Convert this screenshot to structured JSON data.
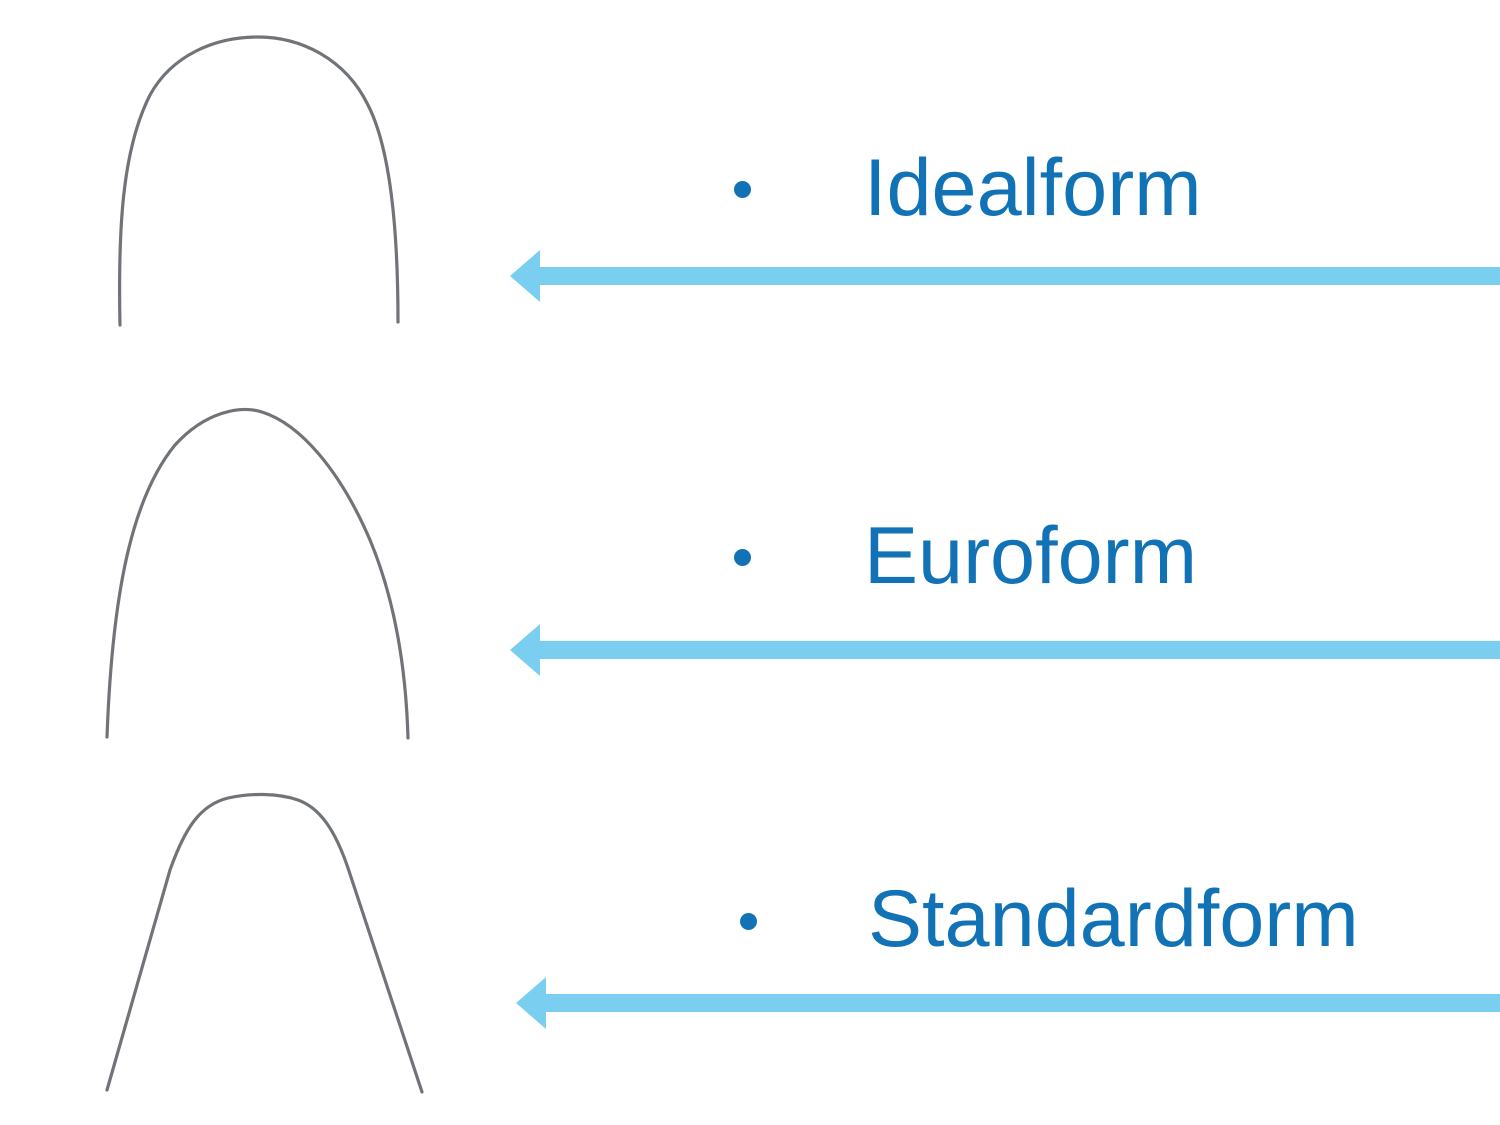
{
  "slide": {
    "background": "#ffffff",
    "bullets": [
      {
        "label": "Idealform"
      },
      {
        "label": "Euroform"
      },
      {
        "label": "Standardform"
      }
    ],
    "icons": [
      "archwire-idealform-image",
      "archwire-euroform-image",
      "archwire-standardform-image",
      "left-arrow-icon"
    ],
    "colors": {
      "label_text": "#1172b5",
      "bullet_dot": "#1172b5",
      "arrow": "#7aceef",
      "wire": "#64676b"
    }
  }
}
